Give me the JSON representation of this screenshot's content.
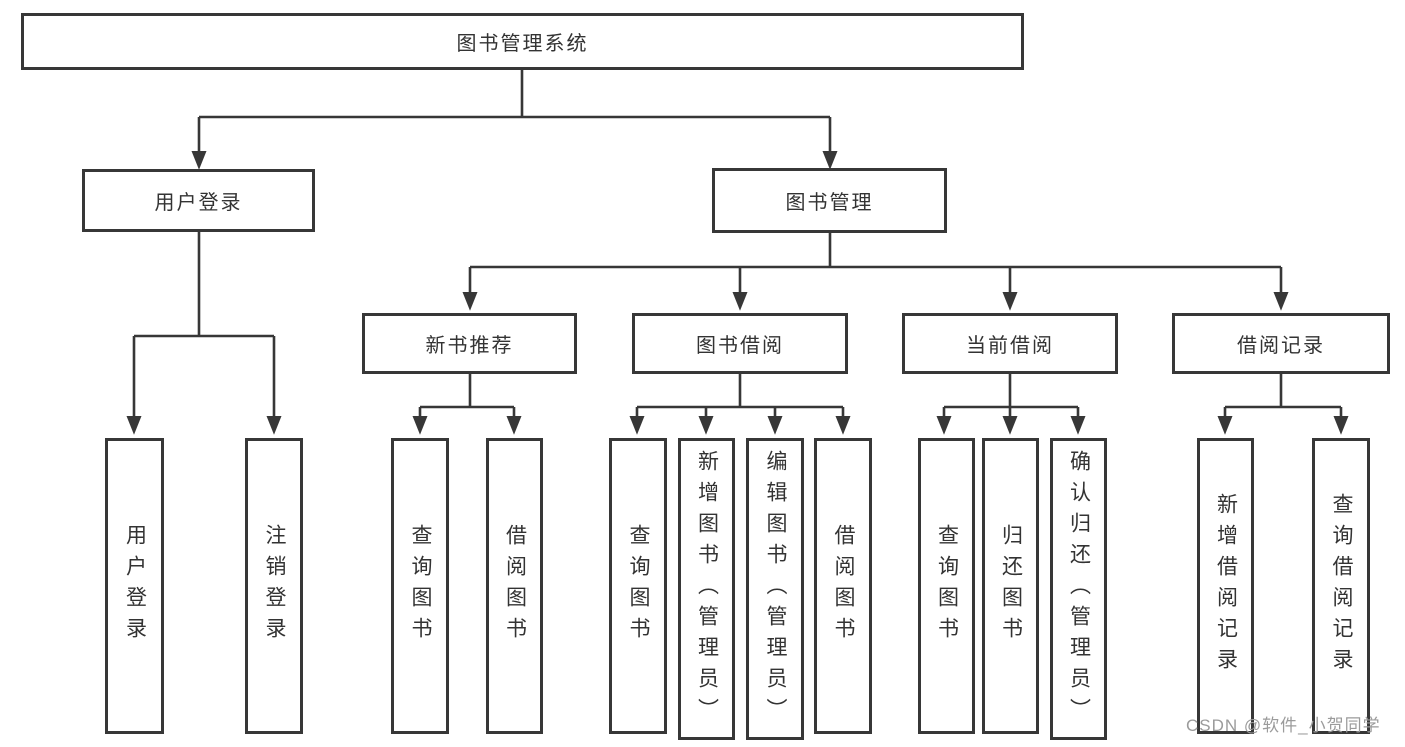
{
  "diagram": {
    "title": "图书管理系统",
    "nodes": {
      "root": {
        "label": "图书管理系统"
      },
      "l2": [
        {
          "label": "用户登录",
          "parent": "图书管理系统"
        },
        {
          "label": "图书管理",
          "parent": "图书管理系统"
        }
      ],
      "l3": [
        {
          "label": "新书推荐",
          "parent": "图书管理"
        },
        {
          "label": "图书借阅",
          "parent": "图书管理"
        },
        {
          "label": "当前借阅",
          "parent": "图书管理"
        },
        {
          "label": "借阅记录",
          "parent": "图书管理"
        }
      ],
      "l4": [
        {
          "label": "用户登录",
          "parent": "用户登录"
        },
        {
          "label": "注销登录",
          "parent": "用户登录"
        },
        {
          "label": "查询图书",
          "parent": "新书推荐"
        },
        {
          "label": "借阅图书",
          "parent": "新书推荐"
        },
        {
          "label": "查询图书",
          "parent": "图书借阅"
        },
        {
          "label": "新增图书（管理员）",
          "parent": "图书借阅"
        },
        {
          "label": "编辑图书（管理员）",
          "parent": "图书借阅"
        },
        {
          "label": "借阅图书",
          "parent": "图书借阅"
        },
        {
          "label": "查询图书",
          "parent": "当前借阅"
        },
        {
          "label": "归还图书",
          "parent": "当前借阅"
        },
        {
          "label": "确认归还（管理员）",
          "parent": "当前借阅"
        },
        {
          "label": "新增借阅记录",
          "parent": "借阅记录"
        },
        {
          "label": "查询借阅记录",
          "parent": "借阅记录"
        }
      ]
    },
    "colors": {
      "line": "#373737",
      "box_border": "#373737",
      "text": "#333333",
      "background": "#ffffff",
      "watermark": "#9b9b9b"
    }
  },
  "watermark": {
    "text": "CSDN @软件_小贺同学"
  }
}
